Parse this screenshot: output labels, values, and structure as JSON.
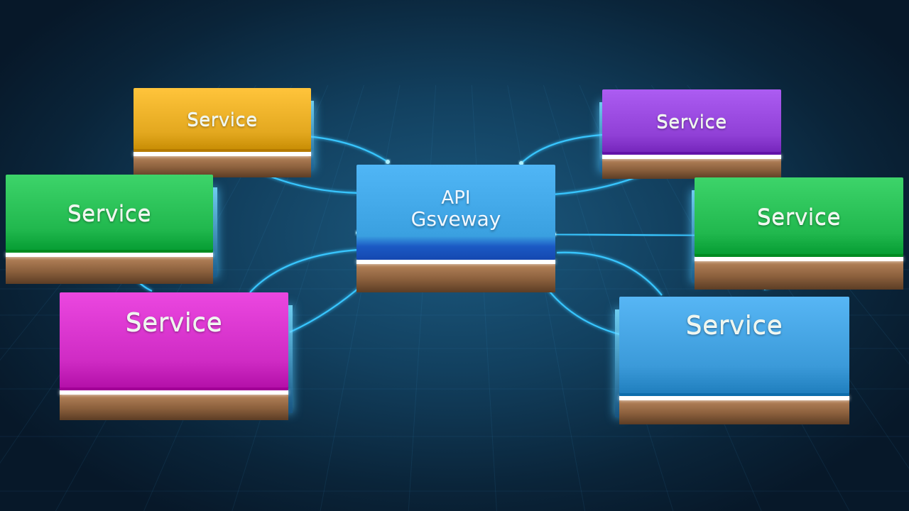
{
  "diagram": {
    "gateway": {
      "line1": "API",
      "line2": "Gsveway",
      "color": "#3aa0e0"
    },
    "services": [
      {
        "label": "Service",
        "color": "#e3a81f"
      },
      {
        "label": "Service",
        "color": "#9040d6"
      },
      {
        "label": "Service",
        "color": "#21b84e"
      },
      {
        "label": "Service",
        "color": "#21b84e"
      },
      {
        "label": "Service",
        "color": "#cf2bc4"
      },
      {
        "label": "Service",
        "color": "#3b9ad9"
      }
    ],
    "connector_color": "#39c6ff",
    "background_color": "#0f3a58"
  }
}
